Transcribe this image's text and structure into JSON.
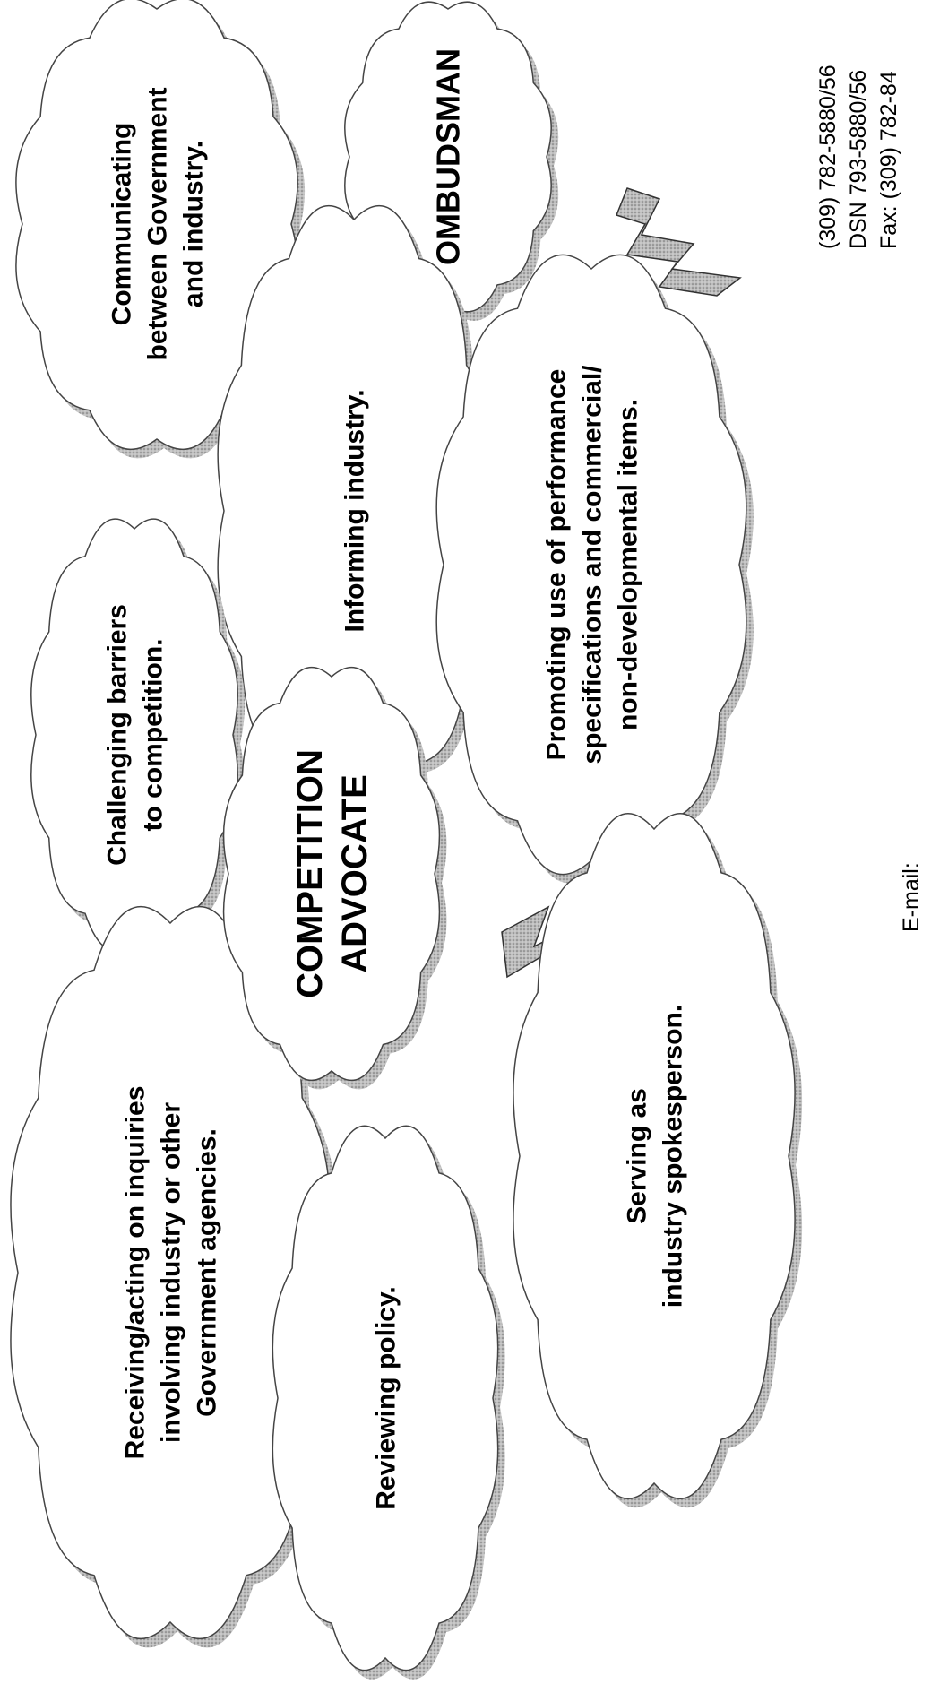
{
  "clouds": [
    {
      "id": "receiving",
      "lines": [
        "Receiving/acting on inquiries",
        "involving industry or other",
        "Government agencies."
      ]
    },
    {
      "id": "challenging",
      "lines": [
        "Challenging barriers",
        "to competition."
      ]
    },
    {
      "id": "communicating",
      "lines": [
        "Communicating",
        "between Government",
        "and industry."
      ]
    },
    {
      "id": "reviewing",
      "lines": [
        "Reviewing policy."
      ]
    },
    {
      "id": "competition-advocate",
      "lines": [
        "COMPETITION",
        "ADVOCATE"
      ]
    },
    {
      "id": "informing",
      "lines": [
        "Informing industry."
      ]
    },
    {
      "id": "ombudsman",
      "lines": [
        "OMBUDSMAN"
      ]
    },
    {
      "id": "serving",
      "lines": [
        "Serving as",
        "industry spokesperson."
      ]
    },
    {
      "id": "promoting",
      "lines": [
        "Promoting use of performance",
        "specifications and commercial/",
        "non-developmental items."
      ]
    }
  ],
  "contact": {
    "phone": "(309) 782-5880/56",
    "dsn": "DSN 793-5880/56",
    "fax": "Fax: (309) 782-84",
    "email_partial": "E-mail:"
  }
}
